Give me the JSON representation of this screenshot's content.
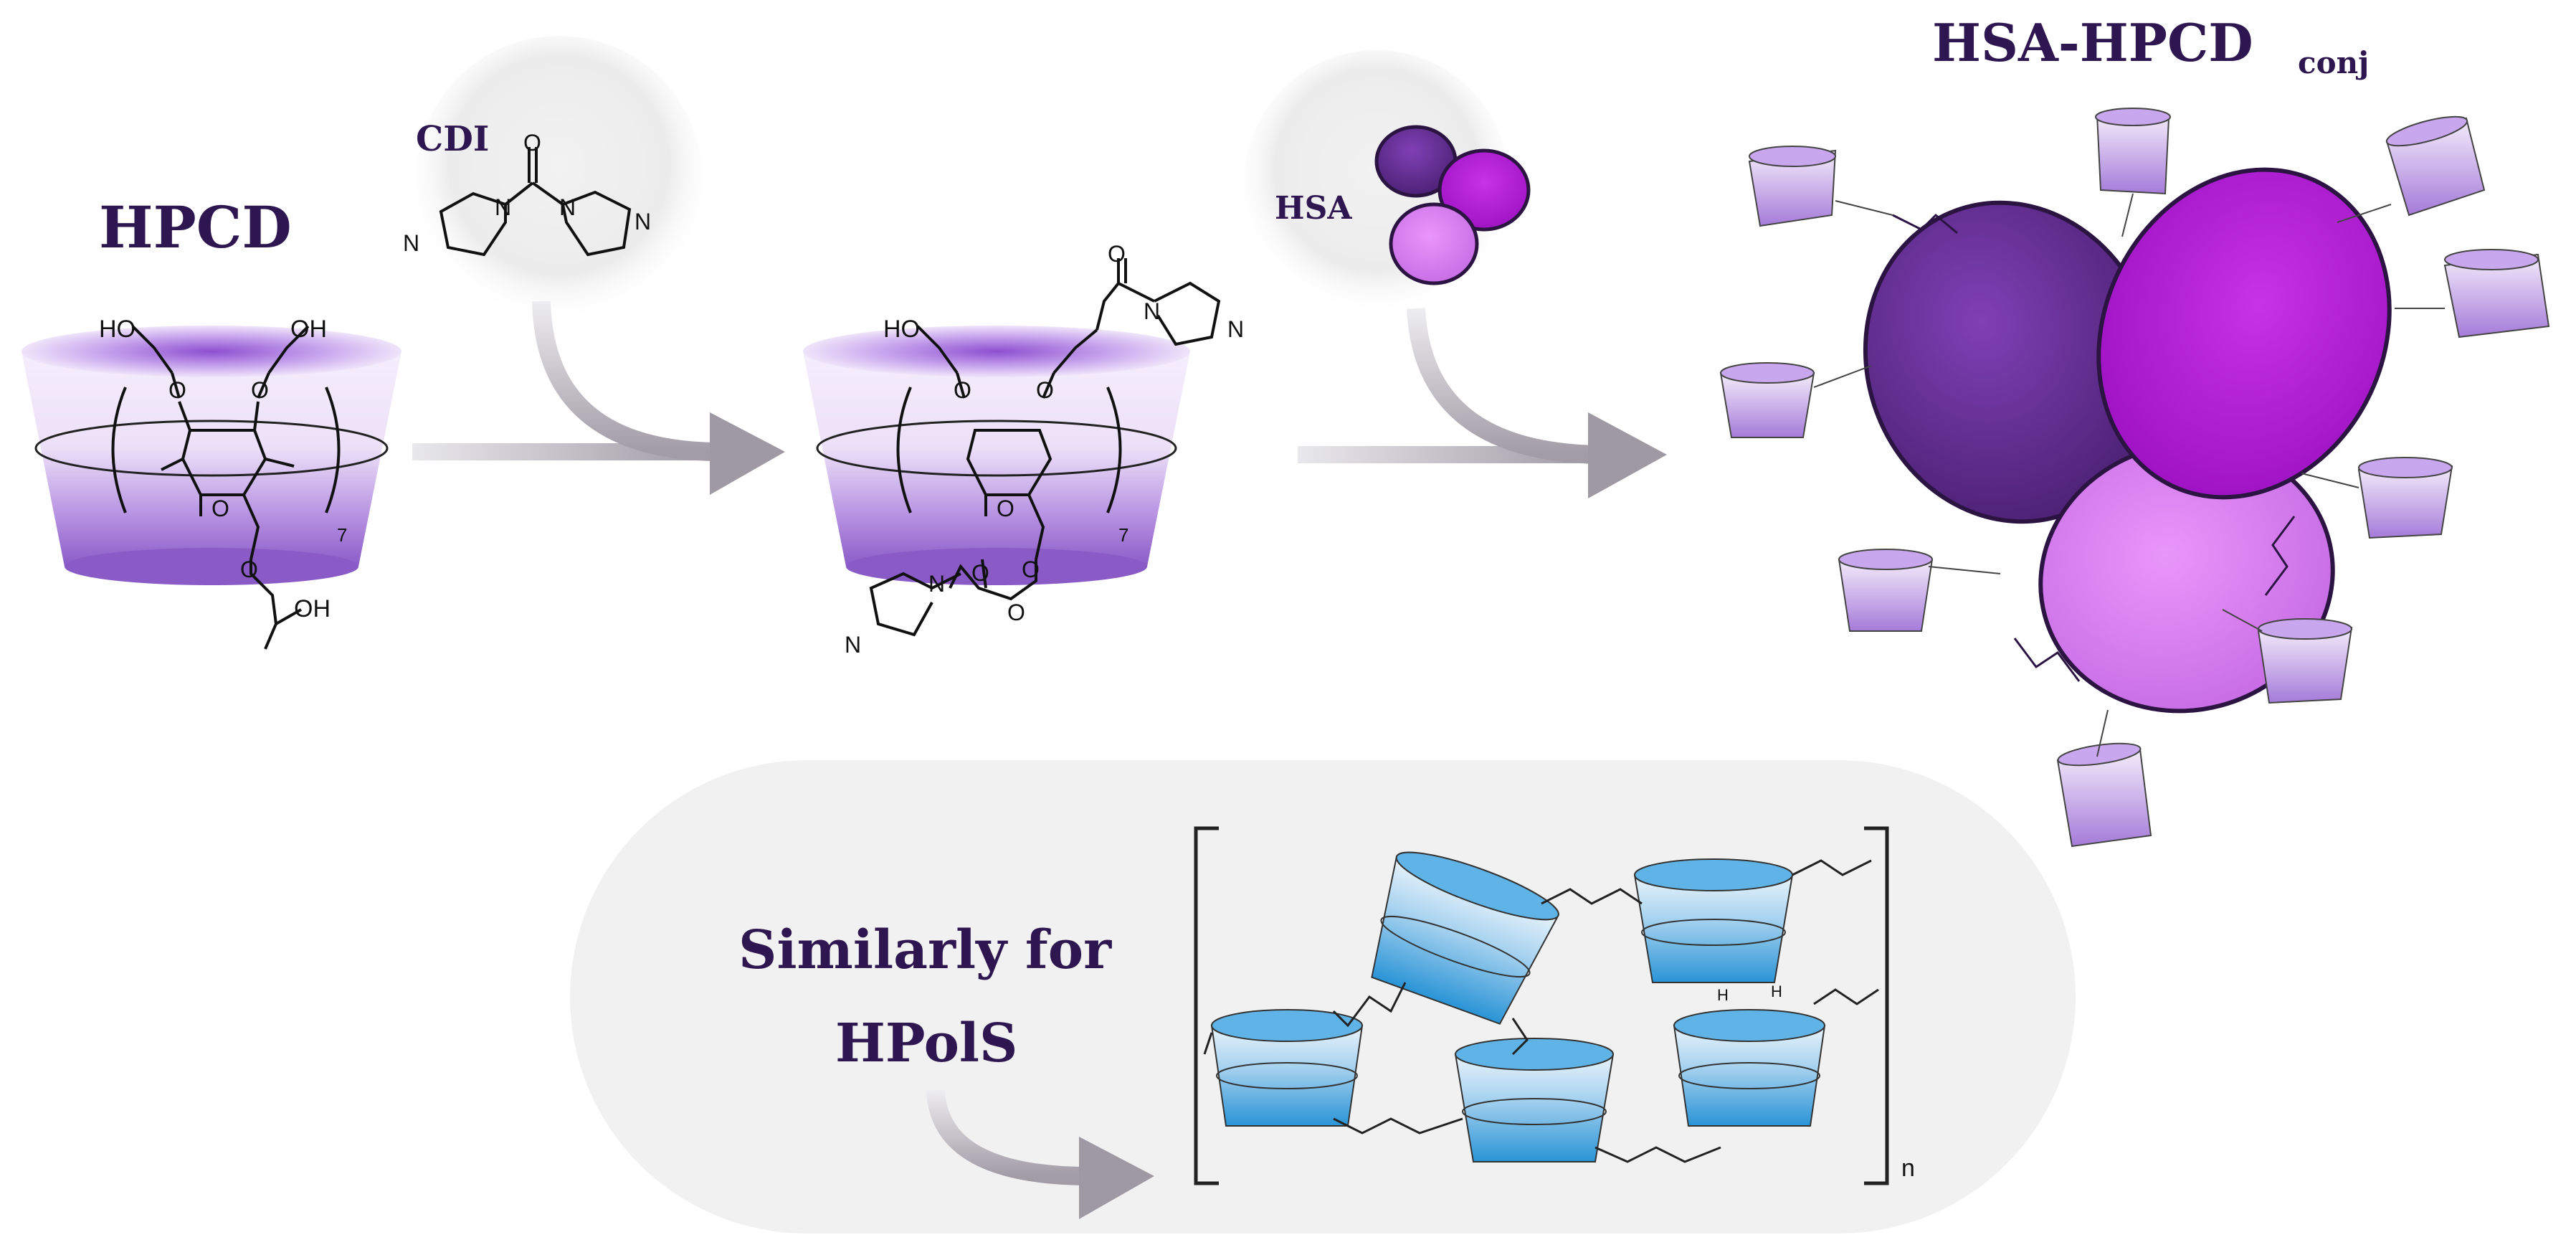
{
  "labels": {
    "hpcd": "HPCD",
    "cdi": "CDI",
    "hsa": "HSA",
    "conjugate_main": "HSA-HPCD",
    "conjugate_sub": "conj",
    "similarly_line1": "Similarly for",
    "similarly_line2": "HPolS",
    "polymer_repeat": "n",
    "repeat_count": "7"
  },
  "atoms": {
    "hydroxyl": "HO",
    "hydroxyl_right": "OH",
    "oxygen": "O",
    "nitrogen": "N",
    "hydrogen": "H"
  },
  "colors": {
    "cd_purple": "#9b6fd1",
    "hsa_dark": "#5e2d8f",
    "hsa_magenta": "#b61fd6",
    "hsa_light": "#e18af5",
    "polymer_blue": "#2a94d6",
    "arrow_gray": "#9e99a3",
    "label_text": "#2e1650"
  }
}
